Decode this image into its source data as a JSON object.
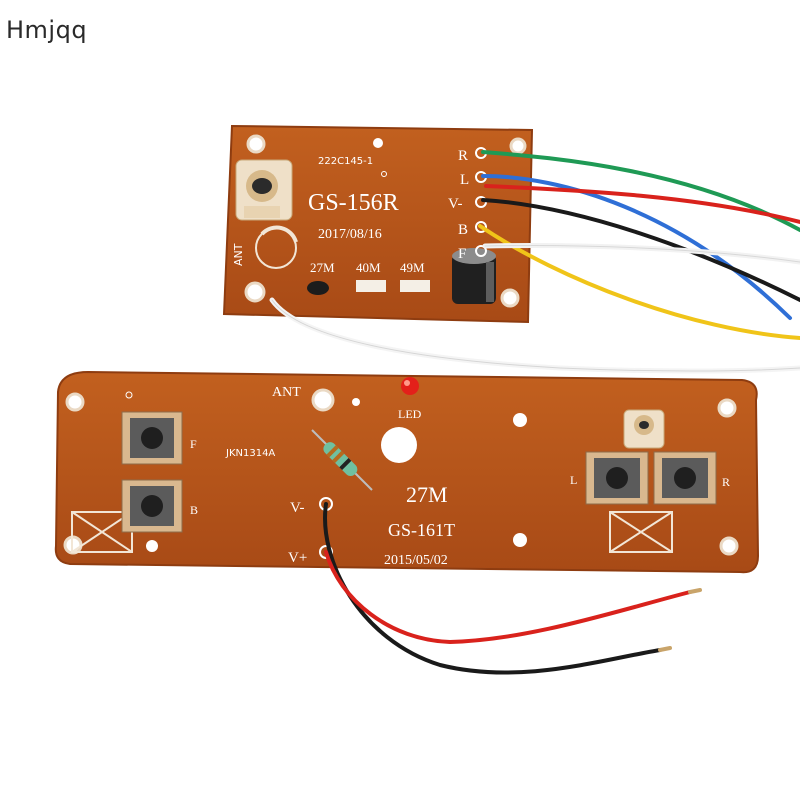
{
  "watermark": "Hmjqq",
  "receiver": {
    "code": "222C145-1",
    "model": "GS-156R",
    "date": "2017/08/16",
    "ant_label": "ANT",
    "freq": [
      "27M",
      "40M",
      "49M"
    ],
    "pins": [
      "R",
      "L",
      "V-",
      "B",
      "F"
    ]
  },
  "transmitter": {
    "ant_label": "ANT",
    "led_label": "LED",
    "part": "JKN1314A",
    "freq": "27M",
    "model": "GS-161T",
    "date": "2015/05/02",
    "vminus": "V-",
    "vplus": "V+",
    "btn_f": "F",
    "btn_b": "B",
    "btn_l": "L",
    "btn_r": "R"
  },
  "colors": {
    "pcb": "#b5541c",
    "pcb_edge": "#9c4312",
    "pad": "#f4efe6",
    "wire_green": "#1f9a55",
    "wire_blue": "#2f6fd6",
    "wire_red": "#d9221c",
    "wire_black": "#1a1a1a",
    "wire_yellow": "#f0c419",
    "wire_white": "#f2f2f2"
  }
}
